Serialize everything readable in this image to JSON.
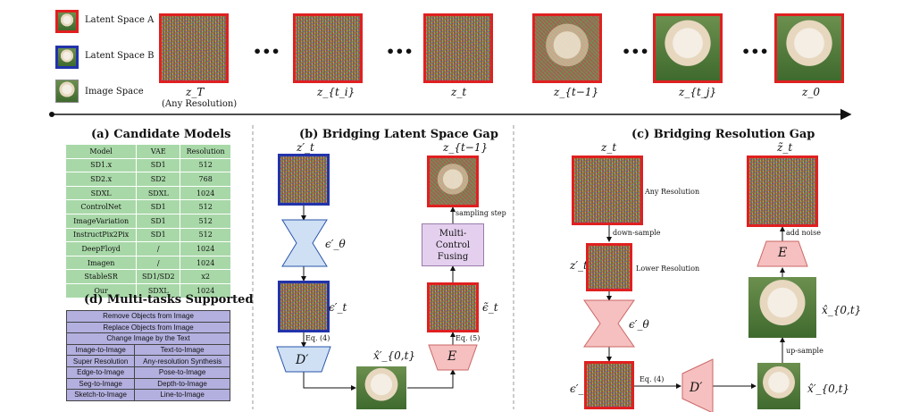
{
  "legend": [
    {
      "label": "Latent Space A"
    },
    {
      "label": "Latent Space B"
    },
    {
      "label": "Image Space"
    }
  ],
  "timeline": {
    "labels": [
      "z_T",
      "(Any Resolution)",
      "z_{t_i}",
      "z_t",
      "z_{t−1}",
      "z_{t_j}",
      "z_0"
    ],
    "dots": "•••"
  },
  "panel_a": {
    "title": "(a) Candidate Models",
    "header": [
      "Model",
      "VAE",
      "Resolution"
    ],
    "rows": [
      [
        "SD1.x",
        "SD1",
        "512"
      ],
      [
        "SD2.x",
        "SD2",
        "768"
      ],
      [
        "SDXL",
        "SDXL",
        "1024"
      ],
      [
        "ControlNet",
        "SD1",
        "512"
      ],
      [
        "ImageVariation",
        "SD1",
        "512"
      ],
      [
        "InstructPix2Pix",
        "SD1",
        "512"
      ],
      [
        "DeepFloyd",
        "/",
        "1024"
      ],
      [
        "Imagen",
        "/",
        "1024"
      ],
      [
        "StableSR",
        "SD1/SD2",
        "x2"
      ],
      [
        "Our",
        "SDXL",
        "1024"
      ]
    ]
  },
  "panel_d": {
    "title": "(d) Multi-tasks Supported",
    "full_rows": [
      "Remove Objects from Image",
      "Replace Objects from Image",
      "Change Image by the Text"
    ],
    "pair_rows": [
      [
        "Image-to-Image",
        "Text-to-Image"
      ],
      [
        "Super Resolution",
        "Any-resolution Synthesis"
      ],
      [
        "Edge-to-Image",
        "Pose-to-Image"
      ],
      [
        "Seg-to-Image",
        "Depth-to-Image"
      ],
      [
        "Sketch-to-Image",
        "Line-to-Image"
      ]
    ]
  },
  "panel_b": {
    "title": "(b) Bridging Latent  Space Gap",
    "z_in": "z′_t",
    "z_out": "z_{t−1}",
    "eps": "ϵ′_θ",
    "eps_t": "ϵ′_t",
    "eps_tilde": "ϵ̃_t",
    "decoder": "D′",
    "encoder": "E",
    "x0": "x̂′_{0,t}",
    "eq4": "Eq. (4)",
    "eq5": "Eq. (5)",
    "fuse": "Multi-Control Fusing",
    "sampling": "sampling step"
  },
  "panel_c": {
    "title": "(c) Bridging Resolution Gap",
    "z_t": "z_t",
    "z_tilde": "z̃_t",
    "any_res": "Any Resolution",
    "down": "down-sample",
    "lower_res": "Lower Resolution",
    "z_prime": "z′_t",
    "eps": "ϵ′_θ",
    "eps_t": "ϵ′_t",
    "eq4": "Eq. (4)",
    "decoder": "D′",
    "x0p": "x̂′_{0,t}",
    "upsample": "up-sample",
    "x0": "x̂_{0,t}",
    "encoder": "E",
    "add_noise": "add noise"
  },
  "colors": {
    "latent_a": "#e02020",
    "latent_b": "#2233aa",
    "blue_fill": "#cfe0f5",
    "pink_fill": "#f6c0c0",
    "purple_fill": "#e4d0ee",
    "table_green": "#a8d8a8",
    "table_purple": "#b3b0e0"
  }
}
